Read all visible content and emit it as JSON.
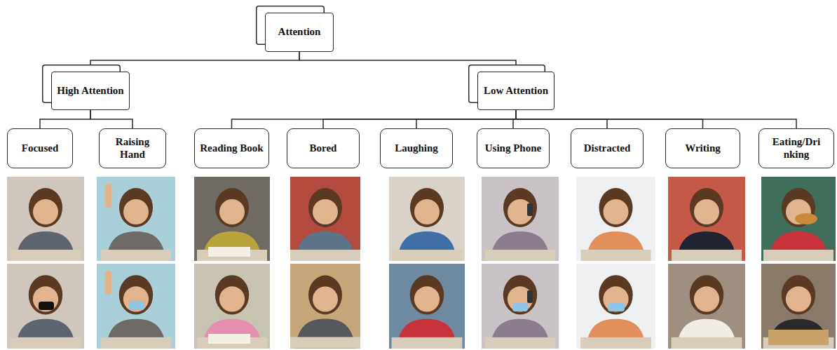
{
  "diagram": {
    "nodes": [
      {
        "text": [
          "Attention"
        ]
      },
      {
        "text": [
          "High Attention"
        ]
      },
      {
        "text": [
          "Low Attention"
        ]
      },
      {
        "text": [
          "Focused"
        ]
      },
      {
        "text": [
          "Raising Hand"
        ]
      },
      {
        "text": [
          "Reading Book"
        ]
      },
      {
        "text": [
          "Bored"
        ]
      },
      {
        "text": [
          "Laughing"
        ]
      },
      {
        "text": [
          "Using Phone"
        ]
      },
      {
        "text": [
          "Distracted"
        ]
      },
      {
        "text": [
          "Writing"
        ]
      },
      {
        "text": [
          "Eating/Dri nking"
        ]
      }
    ],
    "edges": [
      {
        "from": 0,
        "to": 1,
        "arrow": "none"
      },
      {
        "from": 0,
        "to": 2,
        "arrow": "none"
      },
      {
        "from": 1,
        "to": 3,
        "arrow": "none"
      },
      {
        "from": 1,
        "to": 4,
        "arrow": "none"
      },
      {
        "from": 2,
        "to": 5,
        "arrow": "none"
      },
      {
        "from": 2,
        "to": 6,
        "arrow": "none"
      },
      {
        "from": 2,
        "to": 7,
        "arrow": "none"
      },
      {
        "from": 2,
        "to": 8,
        "arrow": "none"
      },
      {
        "from": 2,
        "to": 9,
        "arrow": "none"
      },
      {
        "from": 2,
        "to": 10,
        "arrow": "none"
      },
      {
        "from": 2,
        "to": 11,
        "arrow": "none"
      }
    ]
  }
}
